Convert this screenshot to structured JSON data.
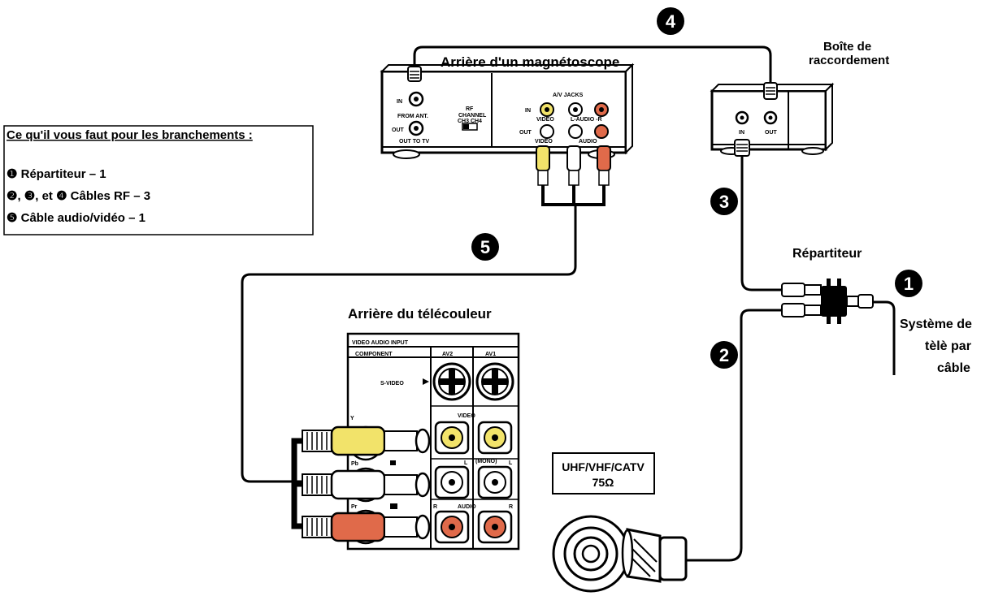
{
  "vcr": {
    "title": "Arrière d'un  magnétoscope",
    "in_label": "IN",
    "from_ant": "FROM ANT.",
    "out_label": "OUT",
    "out_to_tv": "OUT TO TV",
    "rf_channel_1": "RF",
    "rf_channel_2": "CHANNEL",
    "rf_channel_3": "CH3  CH4",
    "av_jacks": "A/V JACKS",
    "av_in": "IN",
    "av_out": "OUT",
    "video": "VIDEO",
    "l_audio_r": "L-AUDIO -R",
    "video_out": "VIDEO",
    "audio_out": "AUDIO"
  },
  "box": {
    "title_line1": "Boîte de",
    "title_line2": "raccordement",
    "in_label": "IN",
    "out_label": "OUT"
  },
  "splitter": {
    "title": "Répartiteur"
  },
  "cable_system": {
    "line1": "Système de",
    "line2": "tèlè par",
    "line3": "câble"
  },
  "tv": {
    "title": "Arrière du télécouleur",
    "panel_header": "VIDEO AUDIO INPUT",
    "component": "COMPONENT",
    "av2": "AV2",
    "av1": "AV1",
    "svideo": "S-VIDEO",
    "video": "VIDEO",
    "audio": "AUDIO",
    "mono": "(MONO)",
    "y": "Y",
    "pb": "Pb",
    "pr": "Pr",
    "l": "L",
    "r": "R"
  },
  "antenna": {
    "line1": "UHF/VHF/CATV",
    "line2": "75Ω"
  },
  "requirements": {
    "heading": "Ce qu'il vous faut pour les branchements :",
    "item1": "❶ Répartiteur – 1",
    "item2": "❷, ❸, et ❹ Câbles RF  – 3",
    "item3": "❺ Câble audio/vidéo  – 1"
  },
  "markers": {
    "m1": "1",
    "m2": "2",
    "m3": "3",
    "m4": "4",
    "m5": "5"
  },
  "colors": {
    "yellow": "#f2e36a",
    "white": "#ffffff",
    "red": "#e06a4a",
    "ink": "#000000"
  }
}
